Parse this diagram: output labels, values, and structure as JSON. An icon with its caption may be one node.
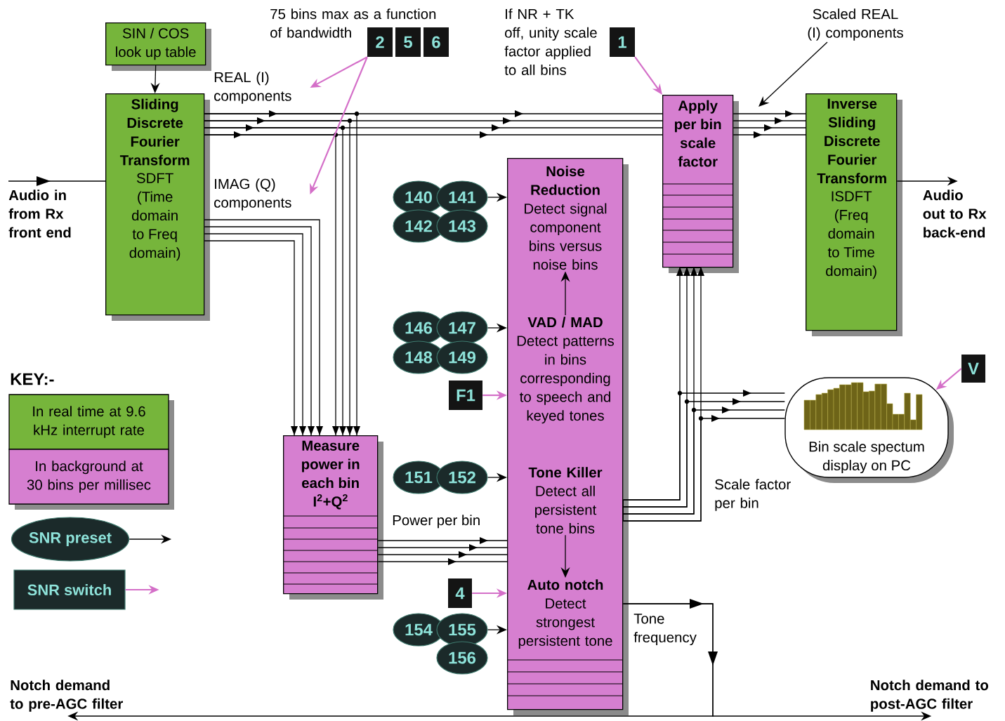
{
  "diagram": {
    "nodes": [
      {
        "text": [
          "SIN / COS look up table"
        ]
      },
      {
        "text": [
          "Sliding Discrete Fourier Transform",
          "SDFT (Time domain to Freq domain)"
        ]
      },
      {
        "text": [
          "Audio in from Rx front end"
        ]
      },
      {
        "text": [
          "Measure power in each bin I$^{2}$+Q$^{2}$"
        ]
      },
      {
        "text": [],
        "shape": "box"
      },
      {
        "text": [
          "Noise Reduction",
          "Detect signal component bins versus noise bins"
        ],
        "in": 4
      },
      {
        "text": [
          "VAD / MAD",
          "Detect patterns in bins corresponding to speech and keyed tones"
        ],
        "in": 4
      },
      {
        "text": [
          "Tone Killer",
          "Detect all persistent tone bins"
        ],
        "in": 4
      },
      {
        "text": [
          "Auto notch",
          "Detect strongest persistent tone"
        ],
        "in": 4
      },
      {
        "text": [
          "Apply per bin scale factor"
        ]
      },
      {
        "text": [
          "Inverse Sliding Discrete Fourier Transform",
          "ISDFT (Freq domain to Time domain)"
        ]
      },
      {
        "text": [
          "Audio out to Rx back-end"
        ]
      },
      {
        "text": [
          "Bin scale spectum display on PC"
        ]
      },
      {
        "text": [
          "140"
        ]
      },
      {
        "text": [
          "141"
        ]
      },
      {
        "text": [
          "142"
        ]
      },
      {
        "text": [
          "143"
        ]
      },
      {
        "text": [
          "146"
        ]
      },
      {
        "text": [
          "147"
        ]
      },
      {
        "text": [
          "148"
        ]
      },
      {
        "text": [
          "149"
        ]
      },
      {
        "text": [
          "151"
        ]
      },
      {
        "text": [
          "152"
        ]
      },
      {
        "text": [
          "154"
        ]
      },
      {
        "text": [
          "155"
        ]
      },
      {
        "text": [
          "156"
        ]
      },
      {
        "text": [
          "2"
        ]
      },
      {
        "text": [
          "5"
        ]
      },
      {
        "text": [
          "6"
        ]
      },
      {
        "text": [
          "1"
        ]
      },
      {
        "text": [
          "F1"
        ]
      },
      {
        "text": [
          "4"
        ]
      },
      {
        "text": [
          "V"
        ]
      },
      {
        "text": [
          "SNR preset"
        ]
      },
      {
        "text": [
          "SNR switch"
        ]
      },
      {
        "text": [
          "REAL (I) components"
        ]
      },
      {
        "text": [
          "IMAG (Q) components"
        ]
      },
      {
        "text": [
          "Scaled REAL (I) components"
        ]
      },
      {
        "text": [
          "Notch demand to pre-AGC filter"
        ]
      },
      {
        "text": [
          "Notch demand to post-AGC filter"
        ]
      }
    ],
    "edges": [
      {
        "from": 2,
        "to": 1,
        "arrow": "to"
      },
      {
        "from": 0,
        "to": 1,
        "arrow": "to"
      },
      {
        "from": 1,
        "to": 9,
        "arrow": "to"
      },
      {
        "from": 1,
        "to": 3,
        "arrow": "to"
      },
      {
        "from": 1,
        "to": 3,
        "arrow": "to"
      },
      {
        "from": 9,
        "to": 10,
        "arrow": "to"
      },
      {
        "from": 10,
        "to": 11,
        "arrow": "to"
      },
      {
        "from": 14,
        "to": 4,
        "arrow": "to"
      },
      {
        "from": 18,
        "to": 4,
        "arrow": "to"
      },
      {
        "from": 22,
        "to": 4,
        "arrow": "to"
      },
      {
        "from": 24,
        "to": 4,
        "arrow": "to"
      },
      {
        "from": 6,
        "to": 5,
        "arrow": "to"
      },
      {
        "from": 7,
        "to": 8,
        "arrow": "to"
      },
      {
        "from": 3,
        "to": 4,
        "arrow": "to",
        "label": "Power per bin"
      },
      {
        "from": 4,
        "to": 9,
        "arrow": "to",
        "label": "Scale factor per bin"
      },
      {
        "from": 4,
        "to": 12,
        "arrow": "to"
      },
      {
        "from": 4,
        "to": 38,
        "arrow": "to",
        "label": "Tone frequency"
      },
      {
        "from": 4,
        "to": 39,
        "arrow": "to"
      },
      {
        "from": 26,
        "to": 35,
        "arrow": "to",
        "color": "#d46fc8"
      },
      {
        "from": 26,
        "to": 36,
        "arrow": "to",
        "color": "#d46fc8"
      },
      {
        "from": 29,
        "to": 9,
        "arrow": "to",
        "color": "#d46fc8"
      },
      {
        "from": 30,
        "to": 4,
        "arrow": "to",
        "color": "#d46fc8"
      },
      {
        "from": 31,
        "to": 4,
        "arrow": "to",
        "color": "#d46fc8"
      },
      {
        "from": 32,
        "to": 12,
        "arrow": "to",
        "color": "#d46fc8"
      },
      {
        "from": 33,
        "to": null,
        "arrow": "to"
      },
      {
        "from": 34,
        "to": null,
        "arrow": "to",
        "color": "#d46fc8"
      },
      {
        "from": 37,
        "to": null,
        "arrow": "to"
      }
    ],
    "labels": [
      "75 bins max as a function of bandwidth",
      "If NR + TK off, unity scale factor applied to all bins",
      "KEY:-"
    ],
    "legend": [
      {
        "text": "In real time at 9.6 kHz interrupt rate",
        "color": "#76b53b"
      },
      {
        "text": "In background at 30 bins per millisec",
        "color": "#d67fd0"
      }
    ]
  }
}
